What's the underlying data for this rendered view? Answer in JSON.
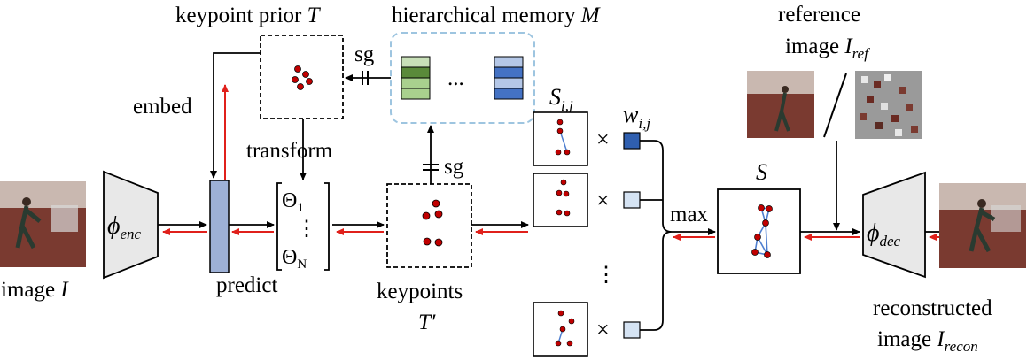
{
  "labels": {
    "keypoint_prior": "keypoint prior",
    "keypoint_prior_sym": "T",
    "hier_memory": "hierarchical memory",
    "hier_memory_sym": "M",
    "sg_top": "sg",
    "sg_mid": "sg",
    "dots": "...",
    "embed": "embed",
    "transform": "transform",
    "predict": "predict",
    "image": "image",
    "image_sym": "I",
    "phi_enc": "ϕ",
    "phi_enc_sub": "enc",
    "theta_1": "Θ",
    "theta_1_sub": "1",
    "vdots": "⋮",
    "theta_n": "Θ",
    "theta_n_sub": "N",
    "keypoints": "keypoints",
    "keypoints_sym": "T′",
    "s_ij": "S",
    "s_ij_sub": "i,j",
    "w_ij": "w",
    "w_ij_sub": "i,j",
    "times": "×",
    "vdots_list": "⋮",
    "max": "max",
    "S": "S",
    "reference_line1": "reference",
    "reference_line2": "image",
    "reference_sym": "I",
    "reference_sub": "ref",
    "phi_dec": "ϕ",
    "phi_dec_sub": "dec",
    "recon_line1": "reconstructed",
    "recon_line2": "image",
    "recon_sym": "I",
    "recon_sub": "recon"
  },
  "colors": {
    "red_arrow": "#e0201b",
    "encoder_fill": "#e8e8e8",
    "predict_fill": "#9db0d6",
    "memory_border": "#9ec5e0",
    "memory_green_dark": "#5a8a3a",
    "memory_green_light": "#a9d18e",
    "memory_blue_dark": "#4472c4",
    "memory_blue_light": "#b4c7e7",
    "keypoint_dot": "#c00000",
    "skeleton_line": "#4f7fd0",
    "weight_dark": "#2f5fb0",
    "weight_light": "#d5e3f3",
    "photo_bg": "#7a3a30"
  }
}
